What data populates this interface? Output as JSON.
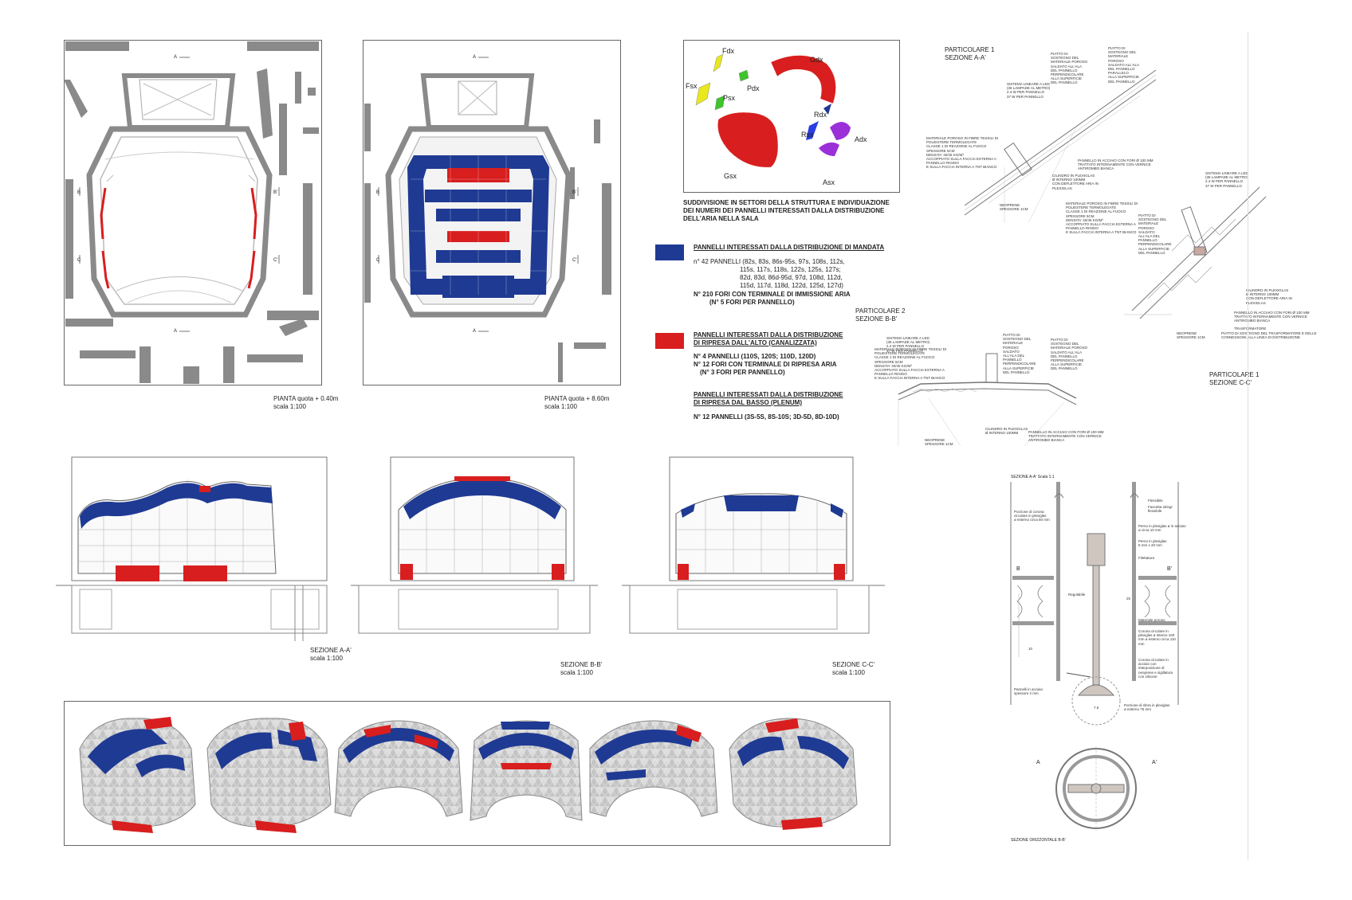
{
  "colors": {
    "supply_blue": "#1f3a93",
    "intake_red": "#d81e1e",
    "green": "#3fc42c",
    "yellow": "#e8e81c",
    "purple": "#9b30d9",
    "line": "#777777",
    "wall": "#888888"
  },
  "plans": {
    "plan1": {
      "title": "PIANTA quota + 0.40m",
      "scale": "scala 1:100",
      "marker_top": "A",
      "marker_bottom": "A",
      "marker_left1": "B",
      "marker_left2": "C",
      "marker_right1": "B'",
      "marker_right2": "C'"
    },
    "plan2": {
      "title": "PIANTA quota + 8.60m",
      "scale": "scala 1:100",
      "marker_top": "A",
      "marker_bottom": "A",
      "marker_left1": "B",
      "marker_left2": "C",
      "marker_right1": "B'",
      "marker_right2": "C'"
    }
  },
  "sectors": {
    "labels": [
      "Fdx",
      "Gdx",
      "Fsx",
      "Pdx",
      "Psx",
      "Rdx",
      "Rsx",
      "Adx",
      "Gsx",
      "Asx"
    ],
    "caption": "SUDDIVISIONE IN SETTORI DELLA STRUTTURA E INDIVIDUAZIONE DEI NUMERI DEI PANNELLI INTERESSATI DALLA DISTRIBUZIONE DELL'ARIA NELLA SALA"
  },
  "legend": {
    "supply": {
      "title": "PANNELLI INTERESSATI DALLA DISTRIBUZIONE DI MANDATA",
      "lines": [
        "n° 42 PANNELLI (82s, 83s, 86s-95s, 97s, 108s, 112s,",
        "115s, 117s, 118s, 122s, 125s, 127s;",
        "82d, 83d, 86d-95d, 97d, 108d, 112d,",
        "115d, 117d, 118d, 122d, 125d, 127d)",
        "n° 210 FORI CON TERMINALE DI IMMISSIONE ARIA",
        "(n° 5 FORI PER PANNELLO)"
      ]
    },
    "top_intake": {
      "title1": "PANNELLI INTERESSATI DALLA DISTRIBUZIONE",
      "title2": "DI RIPRESA DALL'ALTO (CANALIZZATA)",
      "lines": [
        "n° 4 PANNELLI (110s, 120s; 110d, 120d)",
        "n° 12 FORI CON TERMINALE DI RIPRESA ARIA",
        "(n° 3 FORI PER PANNELLO)"
      ]
    },
    "bottom_intake": {
      "title1": "PANNELLI INTERESSATI DALLA DISTRIBUZIONE",
      "title2": "DI RIPRESA DAL BASSO (PLENUM)",
      "lines": [
        "n° 12 PANNELLI (3s-5s, 8s-10s; 3d-5d, 8d-10d)"
      ]
    }
  },
  "details": {
    "p1a": {
      "title1": "PARTICOLARE 1",
      "title2": "SEZIONE A-A'",
      "notes": [
        "PIATTO DI\nSOSTEGNO DEL\nMATERIALE\nPOROSO\nSALDATO ALL'ALA\nDEL PANNELLO\nPARALLELO\nALLA SUPERFICIE\nDEL PANNELLO",
        "PIATTO DI\nSOSTEGNO DEL\nMATERIALE POROSO\nSALDATO ALL'ALA\nDEL PANNELLO\nPERPENDICOLARE\nALLA SUPERFICIE\nDEL PANNELLO",
        "SISTEMA LINEARE A LED\n(36 LAMPADE AL METRO)\n2.4 W PER PANNELLO\n37 W PER PANNELLO",
        "MATERIALE POROSO IN FIBRE TESSILI DI\nPOLIESTERE TERMOLEGATE\nCLASSE 1 DI REAZIONE AL FUOCO\nSPESSORE 5cm\nDENSITA' 40/45 Kg/m³\nACCOPPIATO SULLA FACCIA ESTERNA A\nPANNELLO RIGIDO\nE SULLA FACCIA INTERNA A TNT BIANCO",
        "PANNELLO IN ACCIAIO CON FORI Ø 100 mm\nTRATTATO INTERNAMENTE CON VERNICE\nANTIROMBO BIANCA",
        "CILINDRO IN PLEXIGLAS\nØ INTERNO 100mm\nCON DEFLETTORE ARIA IN\nPLEXIGLAS",
        "NEOPRENE\nSPESSORE 1cm"
      ]
    },
    "p2": {
      "title1": "PARTICOLARE 2",
      "title2": "SEZIONE B-B'",
      "notes": [
        "SISTEMA LINEARE A LED\n(36 LAMPADE AL METRO)\n2.4 W PER PANNELLO\n37 W PER PANNELLO",
        "PIATTO DI\nSOSTEGNO DEL\nMATERIALE\nPOROSO\nSALDATO\nALL'ALA DEL\nPANNELLO\nPERPENDICOLARE\nALLA SUPERFICIE\nDEL PANNELLO",
        "PIATTO DI\nSOSTEGNO DEL\nMATERIALE POROSO\nSALDATO ALL'ALA\nDEL PANNELLO\nPERPENDICOLARE\nALLA SUPERFICIE\nDEL PANNELLO",
        "MATERIALE POROSO IN FIBRE TESSILI DI\nPOLIESTERE TERMOLEGATE\nCLASSE 1 DI REAZIONE AL FUOCO\nSPESSORE 5cm\nDENSITA' 40/45 Kg/m³\nACCOPPIATO SULLA FACCIA ESTERNA A\nPANNELLO RIGIDO\nE SULLA FACCIA INTERNA A TNT BIANCO",
        "CILINDRO IN PLEXIGLAS\nØ INTERNO 100mm",
        "PANNELLO IN ACCIAIO CON FORI Ø 100 mm\nTRATTATO INTERNAMENTE CON VERNICE\nANTIROMBO BIANCA",
        "NEOPRENE\nSPESSORE 1cm"
      ]
    },
    "p1c": {
      "title1": "PARTICOLARE 1",
      "title2": "SEZIONE C-C'",
      "notes": [
        "SISTEMA LINEARE A LED\n(36 LAMPADE AL METRO)\n2.4 W PER PANNELLO\n37 W PER PANNELLO",
        "MATERIALE POROSO IN FIBRE TESSILI DI\nPOLIESTERE TERMOLEGATE\nCLASSE 1 DI REAZIONE AL FUOCO\nSPESSORE 5cm\nDENSITA' 40/45 Kg/m³\nACCOPPIATO SULLA FACCIA ESTERNA A\nPANNELLO RIGIDO\nE SULLA FACCIA INTERNA A TNT BIANCO",
        "PIATTO DI\nSOSTEGNO DEL\nMATERIALE\nPOROSO\nSALDATO\nALL'ALA DEL\nPANNELLO\nPERPENDICOLARE\nALLA SUPERFICIE\nDEL PANNELLO",
        "CILINDRO IN PLEXIGLAS\nØ INTERNO 100mm\nCON DEFLETTORE ARIA IN\nPLEXIGLAS",
        "PANNELLO IN ACCIAIO CON FORI Ø 100 mm\nTRATTATO INTERNAMENTE CON VERNICE\nANTIROMBO BIANCA",
        "TRASFORMATORE",
        "PIATTO DI SOSTEGNO DEL TRASFORMATORE E DELLE\nCONNESSIONI ALLA LINEA DI DISTRIBUZIONE",
        "NEOPRENE\nSPESSORE 1cm"
      ]
    }
  },
  "sections": {
    "aa": {
      "title": "SEZIONE A-A'",
      "scale": "scala 1:100"
    },
    "bb": {
      "title": "SEZIONE B-B'",
      "scale": "scala 1:100"
    },
    "cc": {
      "title": "SEZIONE C-C'",
      "scale": "scala 1:100"
    }
  },
  "terminal": {
    "title": "SEZIONE A-A' Scala 1:1",
    "notes_left": [
      "Porzione di corona\ncircolare in plexiglas\nø esterno circa 50 mm",
      "Pannelli in acciaio\nspessore 2 mm"
    ],
    "notes_right": [
      "Flessibile",
      "Fascetta stringi\nflessibile",
      "Perno in plexiglas ø in acciaio\nø circa 10 mm",
      "Perno in plexiglas\n5 mm x 20 mm",
      "Filettatura",
      "Materiale poroso",
      "Corona circolare in\nplexiglas ø interno 100\nmm ø esterno circa 110\nmm",
      "Corona circolare in\nacciaio con\ninterposizione di\nneoprene e sigillatura\ncon silicone",
      "Porzione di sfera in plexiglas\nø esterno 75 mm"
    ],
    "center_label": "Regolabile",
    "marker_b_left": "B",
    "marker_b_right": "B'",
    "dims": [
      "10",
      "25",
      "7.5"
    ],
    "horiz_title": "SEZIONE ORIZZONTALE B-B'",
    "marker_a_left": "A",
    "marker_a_right": "A'"
  }
}
